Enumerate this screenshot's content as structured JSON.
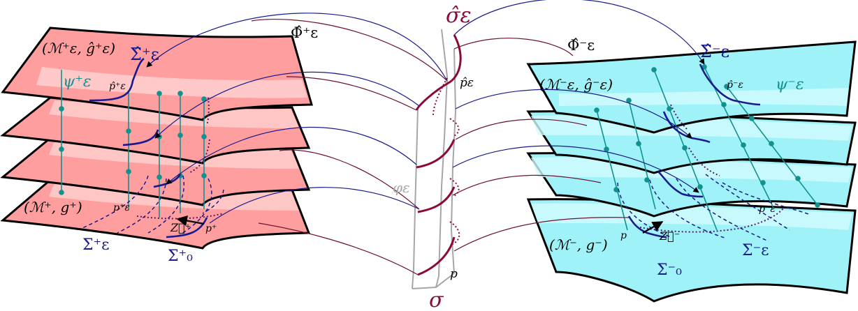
{
  "labels": {
    "sigma_hat": "σ̂ε",
    "sigma": "σ",
    "p": "p",
    "p_hat_eps": "p̂ε",
    "phi_eps": "φε",
    "Phi_hat_plus": "Φ̂⁺ε",
    "Phi_hat_minus": "Φ̂⁻ε",
    "M_eps_plus": "(ℳ⁺ε, ĝ⁺ε)",
    "Sigma_hat_eps_plus": "Σ̂⁺ε",
    "psi_eps_plus": "ψ⁺ε",
    "p_hat_eps_plus": "p̂⁺ε",
    "M_plus": "(ℳ⁺, g⁺)",
    "p_eps_plus": "p⁺ε",
    "Z_plus": "Z⃗⁺",
    "p_plus": "p⁺",
    "Sigma_eps_plus": "Σ⁺ε",
    "Sigma_0_plus": "Σ⁺₀",
    "M_eps_minus": "(ℳ⁻ε, ĝ⁻ε)",
    "Sigma_hat_eps_minus": "Σ̂⁻ε",
    "p_hat_eps_minus": "p̂⁻ε",
    "psi_eps_minus": "ψ⁻ε",
    "p_eps_minus": "p⁻ε",
    "M_minus": "(ℳ⁻, g⁻)",
    "Z_minus": "Z⃗⁻",
    "Sigma_eps_minus": "Σ⁻ε",
    "Sigma_0_minus": "Σ⁻₀"
  },
  "colors": {
    "sheet_left": "#ff9e9e",
    "sheet_left_light": "#ffd3d3",
    "sheet_right": "#9ef2f8",
    "sheet_right_light": "#d2fafc",
    "curve_blue": "#1a1a8c",
    "arc_purple": "#6b1233",
    "sigma_red": "#8b0a3a",
    "teal": "#12918f",
    "grey": "#a6a6a6"
  }
}
